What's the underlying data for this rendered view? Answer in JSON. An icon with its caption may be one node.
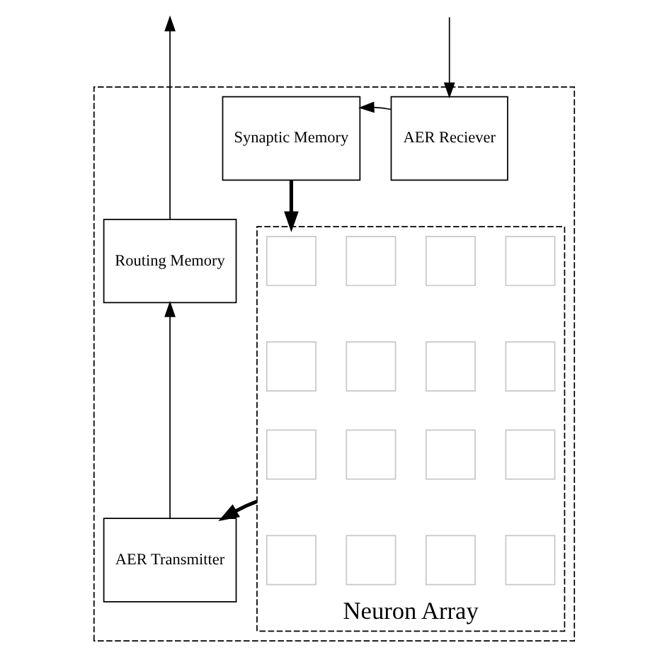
{
  "diagram": {
    "nodes": [
      {
        "text": [],
        "shape": "box"
      },
      {
        "text": [
          "Synaptic Memory"
        ],
        "in": 0
      },
      {
        "text": [
          "AER Reciever"
        ],
        "in": 0
      },
      {
        "text": [
          "Neuron Array"
        ],
        "in": 0
      },
      {
        "text": [],
        "shape": "box",
        "in": 3
      },
      {
        "text": [],
        "shape": "box",
        "in": 3
      },
      {
        "text": [],
        "shape": "box",
        "in": 3
      },
      {
        "text": [],
        "shape": "box",
        "in": 3
      },
      {
        "text": [],
        "shape": "box",
        "in": 3
      },
      {
        "text": [],
        "shape": "box",
        "in": 3
      },
      {
        "text": [],
        "shape": "box",
        "in": 3
      },
      {
        "text": [],
        "shape": "box",
        "in": 3
      },
      {
        "text": [],
        "shape": "box",
        "in": 3
      },
      {
        "text": [],
        "shape": "box",
        "in": 3
      },
      {
        "text": [],
        "shape": "box",
        "in": 3
      },
      {
        "text": [],
        "shape": "box",
        "in": 3
      },
      {
        "text": [],
        "shape": "box",
        "in": 3
      },
      {
        "text": [],
        "shape": "box",
        "in": 3
      },
      {
        "text": [],
        "shape": "box",
        "in": 3
      },
      {
        "text": [],
        "shape": "box",
        "in": 3
      },
      {
        "text": [
          "Routing Memory"
        ],
        "in": 0
      },
      {
        "text": [
          "AER Transmitter"
        ],
        "in": 0
      }
    ],
    "edges": [
      {
        "from": null,
        "to": 2,
        "arrow": "to"
      },
      {
        "from": 2,
        "to": 1,
        "arrow": "to"
      },
      {
        "from": 1,
        "to": 3,
        "arrow": "to",
        "style": "thick"
      },
      {
        "from": 3,
        "to": 21,
        "arrow": "to",
        "style": "thick"
      },
      {
        "from": 21,
        "to": 20,
        "arrow": "to"
      },
      {
        "from": 20,
        "to": null,
        "arrow": "to"
      }
    ]
  }
}
